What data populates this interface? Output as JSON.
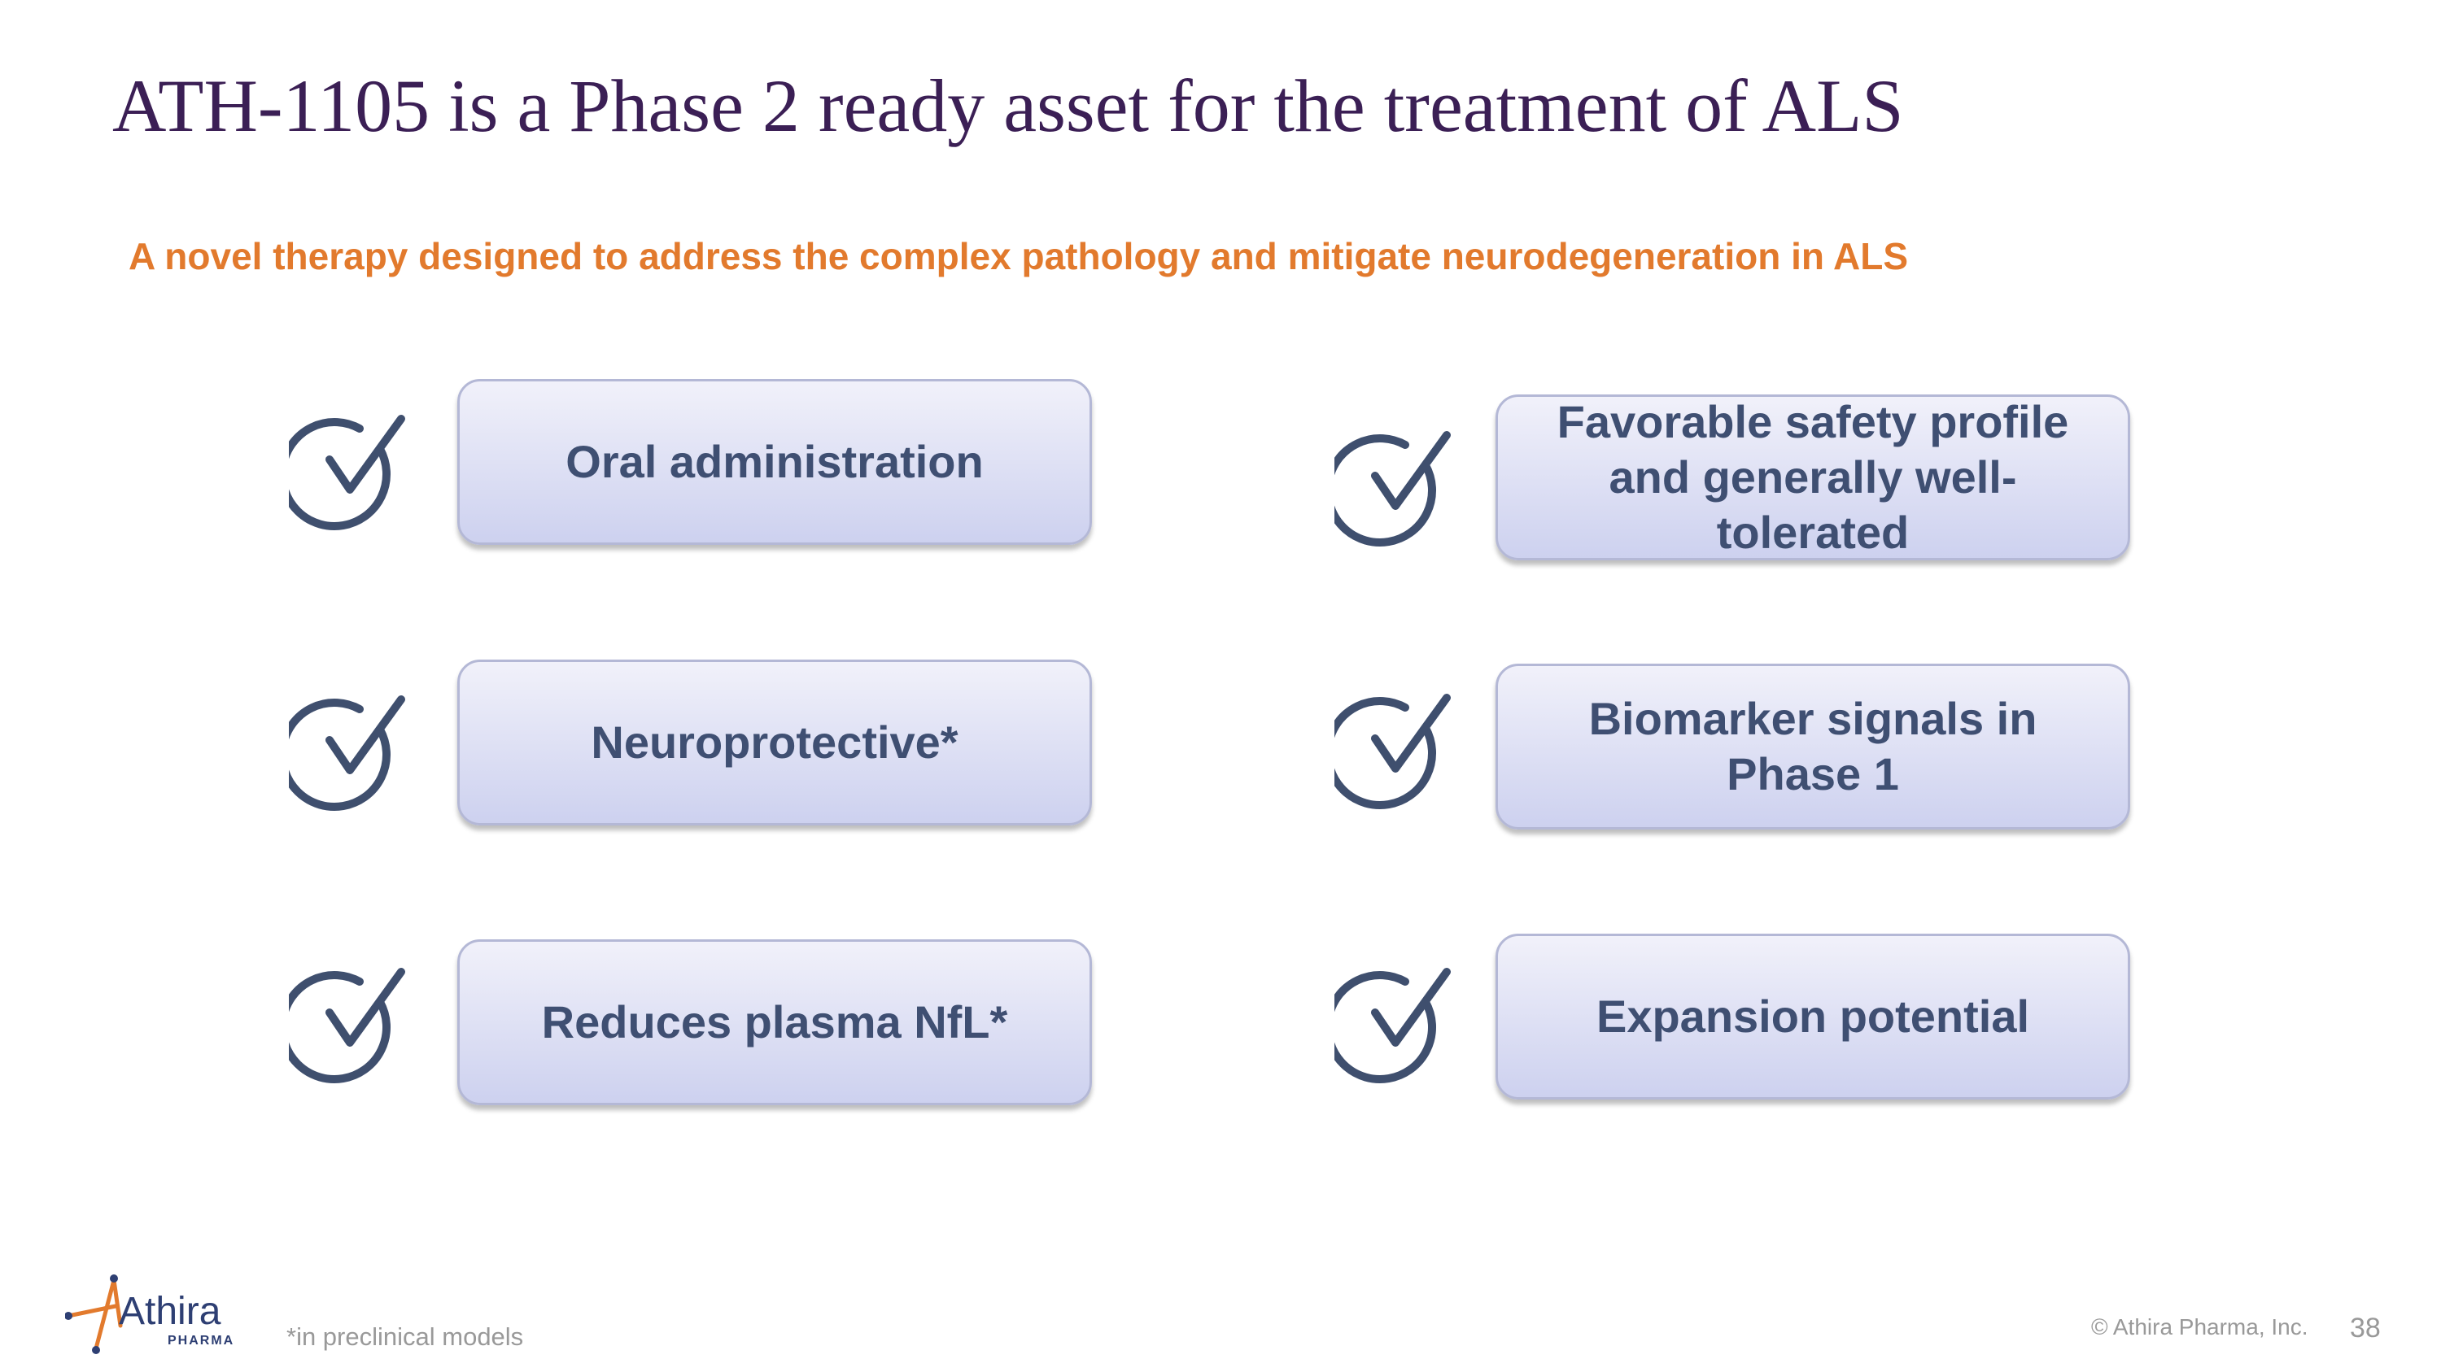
{
  "slide": {
    "title": "ATH-1105 is a Phase 2 ready asset for the treatment of ALS",
    "subtitle": "A novel therapy designed to address the complex pathology and mitigate neurodegeneration in ALS"
  },
  "items": [
    {
      "label": "Oral administration"
    },
    {
      "label": "Neuroprotective*"
    },
    {
      "label": "Reduces plasma NfL*"
    },
    {
      "label": "Favorable safety profile and generally well-tolerated"
    },
    {
      "label": "Biomarker signals in Phase 1"
    },
    {
      "label": "Expansion potential"
    }
  ],
  "footer": {
    "footnote": "*in preclinical models",
    "copyright": "© Athira Pharma, Inc.",
    "page_number": "38",
    "logo_name": "Athira",
    "logo_sub": "PHARMA"
  },
  "colors": {
    "title": "#3b1f55",
    "subtitle": "#e27a2d",
    "item_text": "#3f4f72",
    "check": "#3f4f6e",
    "logo_orange": "#e27a2d",
    "logo_navy": "#2e3f73"
  },
  "icons": {
    "check": "check-circle-icon"
  }
}
